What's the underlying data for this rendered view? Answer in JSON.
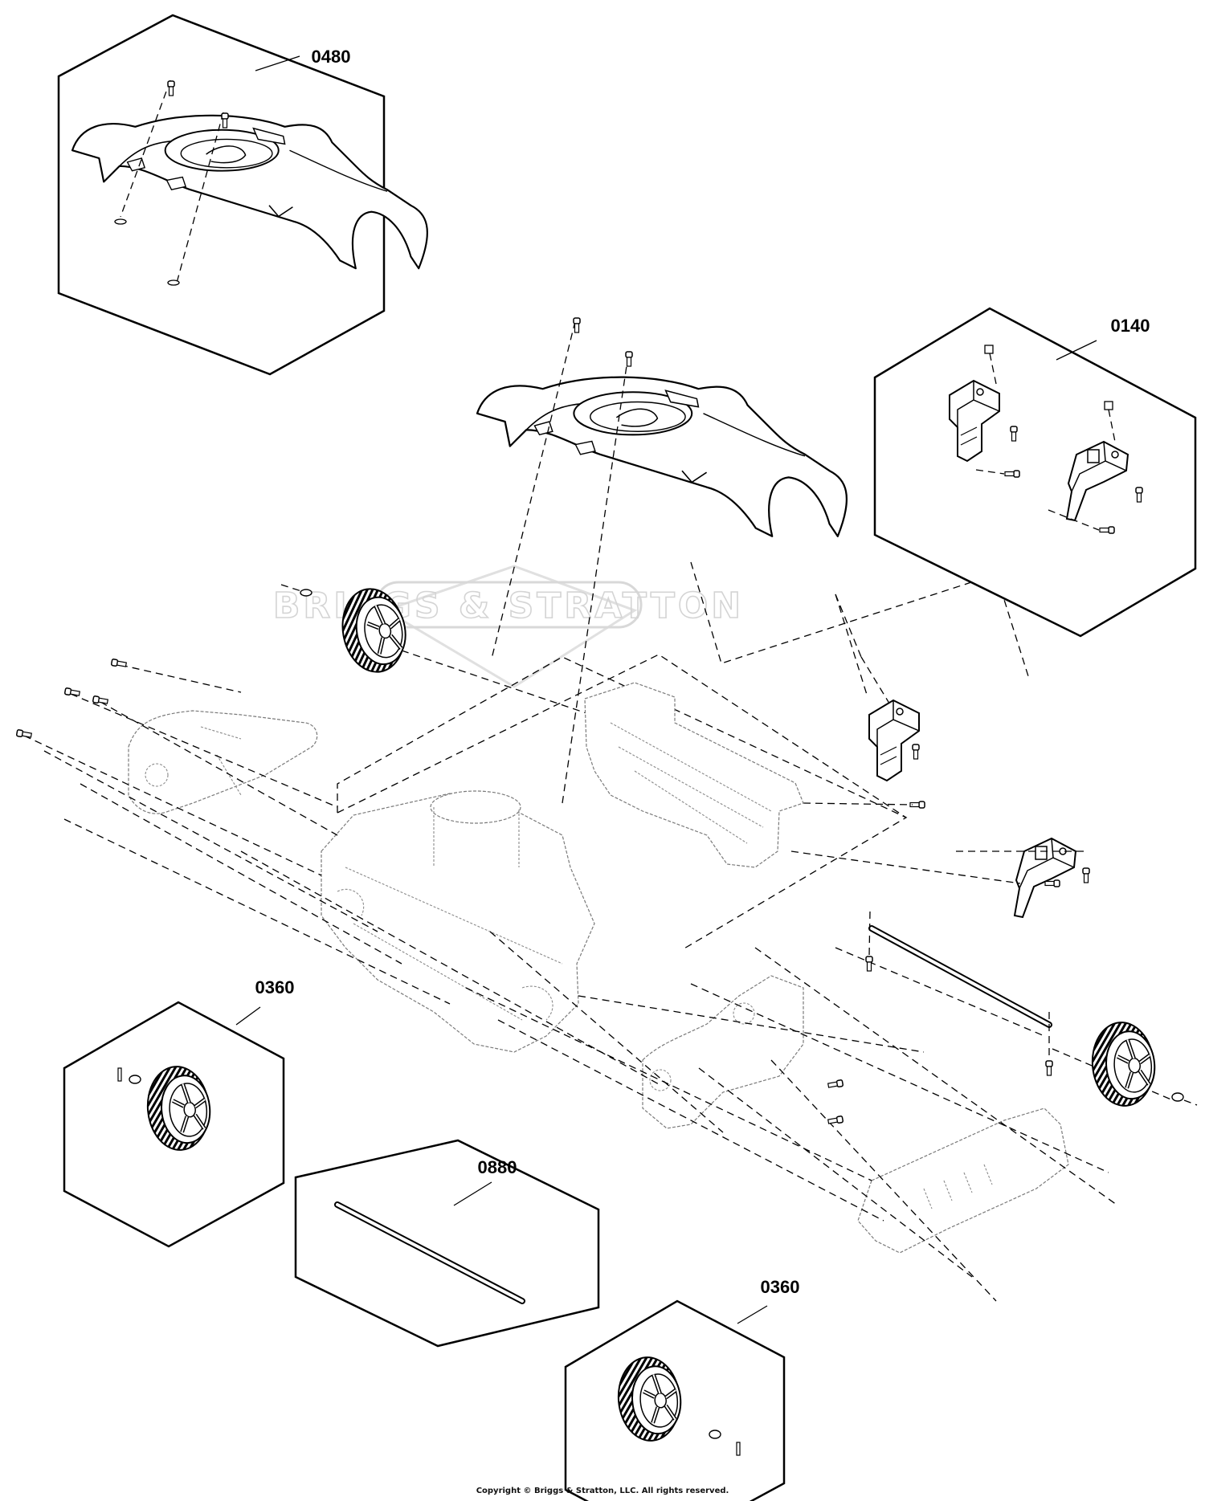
{
  "callouts": {
    "housing_kit": "0480",
    "bracket_kit": "0140",
    "wheel_kit_left": "0360",
    "axle_kit": "0880",
    "wheel_kit_right": "0360"
  },
  "watermark": "BRIGGS & STRATTON",
  "copyright": "Copyright © Briggs & Stratton, LLC. All rights reserved."
}
